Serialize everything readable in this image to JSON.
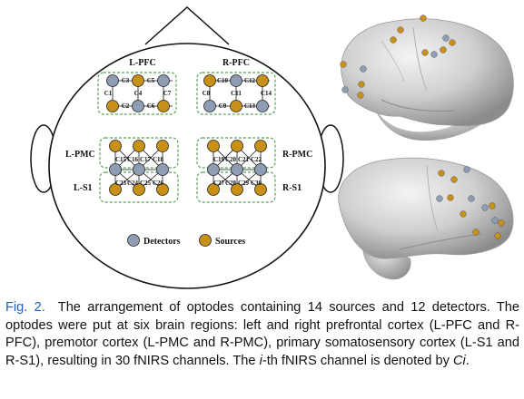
{
  "figure": {
    "regions": {
      "l_pfc": "L-PFC",
      "r_pfc": "R-PFC",
      "l_pmc": "L-PMC",
      "r_pmc": "R-PMC",
      "l_s1": "L-S1",
      "r_s1": "R-S1"
    },
    "channels": {
      "lpfc": [
        "C1",
        "C2",
        "C3",
        "C4",
        "C5",
        "C6",
        "C7"
      ],
      "rpfc": [
        "C8",
        "C9",
        "C10",
        "C11",
        "C12",
        "C13",
        "C14"
      ],
      "lpmc": [
        "C15",
        "C16",
        "C17",
        "C18"
      ],
      "rpmc": [
        "C19",
        "C20",
        "C21",
        "C22"
      ],
      "ls1": [
        "C23",
        "C24",
        "C25",
        "C26"
      ],
      "rs1": [
        "C27",
        "C28",
        "C29",
        "C30"
      ]
    },
    "legend": {
      "detectors": "Detectors",
      "sources": "Sources"
    },
    "colors": {
      "detector": "#8e9db4",
      "source": "#c89016",
      "region_box": "#5aa05a",
      "head_outline": "#111111"
    }
  },
  "caption": {
    "label": "Fig. 2.",
    "text_1": "The arrangement of optodes containing 14 sources and 12 detectors. The optodes were put at six brain regions: left and right prefrontal cortex (L-PFC and R-PFC), premotor cortex (L-PMC and R-PMC), primary somatosensory cortex (L-S1 and R-S1), resulting in 30 fNIRS channels. The ",
    "ith": "i",
    "text_2": "-th fNIRS channel is denoted by ",
    "ci": "Ci",
    "text_3": "."
  }
}
